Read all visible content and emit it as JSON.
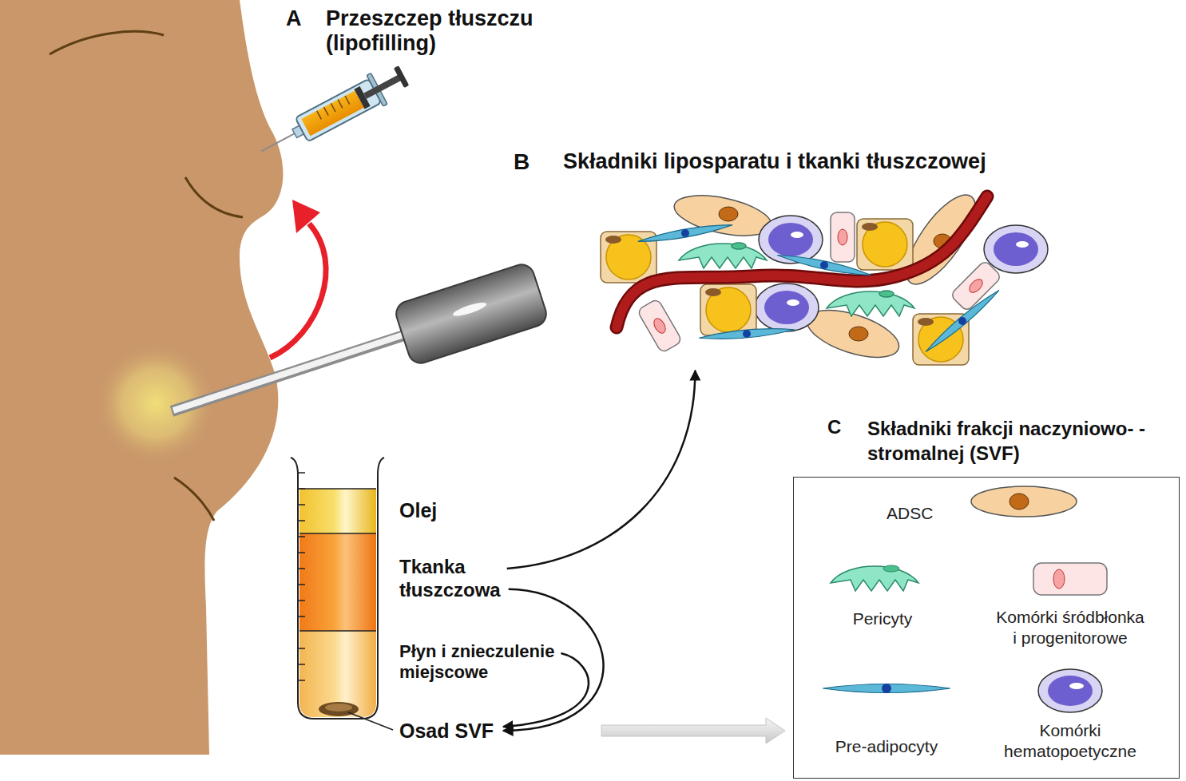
{
  "diagram": {
    "nodes": [
      {
        "text": [
          "B",
          "Składniki liposparatu i tkanki tłuszczowej"
        ]
      },
      {
        "text": [
          "Olej"
        ]
      },
      {
        "text": [
          "Tkanka tłuszczowa"
        ]
      },
      {
        "text": [
          "Płyn i znieczulenie miejscowe"
        ]
      },
      {
        "text": [
          "Osad SVF"
        ]
      },
      {
        "text": [
          "C",
          "Składniki frakcji naczyniowo- -stromalnej (SVF)"
        ]
      }
    ],
    "edges": [
      {
        "from": 2,
        "to": 0,
        "arrow": "to"
      },
      {
        "from": 2,
        "to": 4,
        "arrow": "to"
      },
      {
        "from": 3,
        "to": 4,
        "arrow": "to"
      },
      {
        "from": 4,
        "to": 5,
        "arrow": "to"
      }
    ],
    "labels": [
      "A",
      "Przeszczep tłuszczu (lipofilling)"
    ],
    "legend": [
      {
        "text": "ADSC"
      },
      {
        "text": "Pericyty"
      },
      {
        "text": "Komórki śródbłonka i progenitorowe"
      },
      {
        "text": "Pre-adipocyty"
      },
      {
        "text": "Komórki hematopoetyczne"
      }
    ]
  }
}
